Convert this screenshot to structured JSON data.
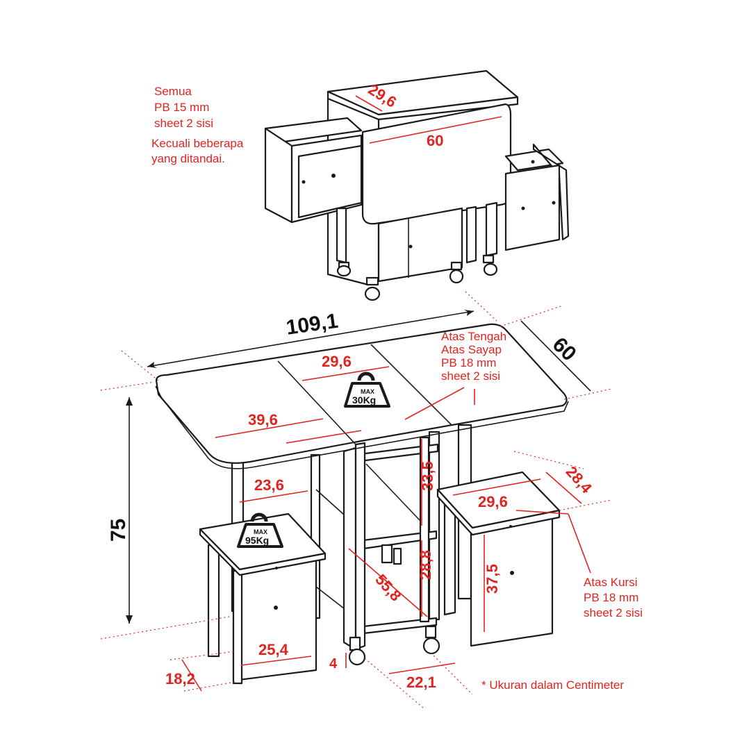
{
  "notes": {
    "top_note_lines": [
      "Semua",
      "PB 15 mm",
      "sheet 2 sisi"
    ],
    "top_note_extra": [
      "Kecuali beberapa",
      "yang ditandai."
    ],
    "table_top_note": [
      "Atas Tengah",
      "Atas Sayap",
      "PB 18 mm",
      "sheet 2 sisi"
    ],
    "stool_note": [
      "Atas Kursi",
      "PB 18 mm",
      "sheet 2 sisi"
    ],
    "units_note": "* Ukuran dalam Centimeter"
  },
  "top_view_dims": {
    "top_depth": "29,6",
    "top_width": "60"
  },
  "main_dims": {
    "total_width": "109,1",
    "total_depth": "60",
    "height": "75",
    "center_width": "29,6",
    "wing_width": "39,6",
    "inner_shelf": "23,6",
    "shelf_height_upper": "33,5",
    "shelf_height_lower": "28,8",
    "diagonal": "55,8",
    "stool_width": "29,6",
    "stool_depth": "28,4",
    "stool_height": "37,5",
    "stool_front_width": "25,4",
    "stool_side_depth": "18,2",
    "caster_height": "4",
    "base_width": "22,1"
  },
  "weight_badges": {
    "table": {
      "max": "MAX",
      "load": "30Kg"
    },
    "stool": {
      "max": "MAX",
      "load": "95Kg"
    }
  },
  "colors": {
    "accent_red": "#e0231f",
    "line_black": "#1a1a1a"
  }
}
